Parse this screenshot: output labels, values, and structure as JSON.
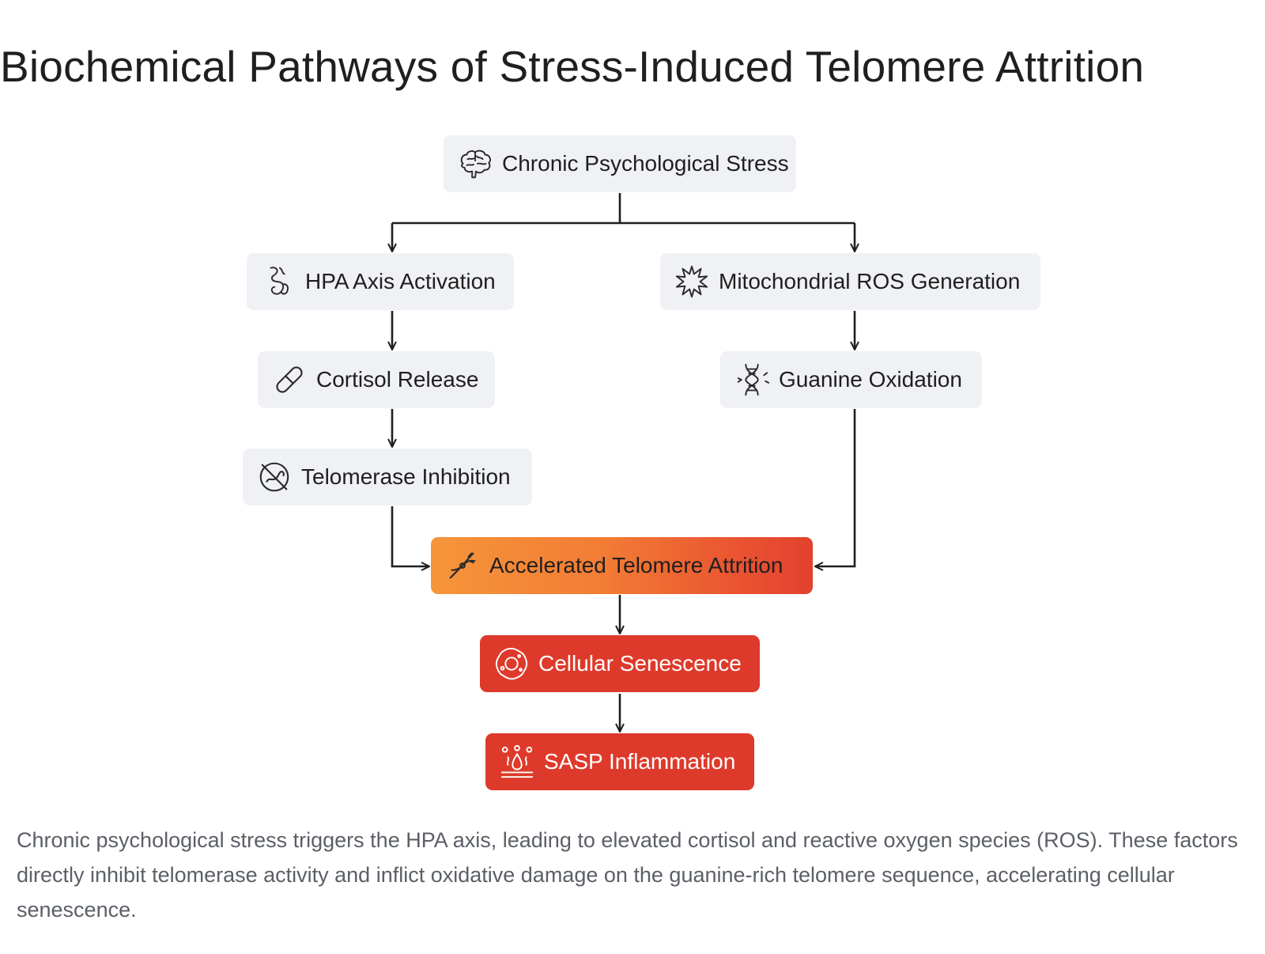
{
  "title": "Biochemical Pathways of Stress-Induced Telomere Attrition",
  "nodes": {
    "stress": "Chronic Psychological Stress",
    "hpa": "HPA Axis Activation",
    "ros": "Mitochondrial ROS Generation",
    "cortisol": "Cortisol Release",
    "guanine": "Guanine Oxidation",
    "telomerase": "Telomerase Inhibition",
    "attrition": "Accelerated Telomere Attrition",
    "senescence": "Cellular Senescence",
    "sasp": "SASP Inflammation"
  },
  "icons": {
    "stress": "brain-icon",
    "hpa": "gland-icon",
    "ros": "burst-icon",
    "cortisol": "pill-icon",
    "guanine": "dna-icon",
    "telomerase": "blocked-enzyme-icon",
    "attrition": "chromosome-icon",
    "senescence": "cell-icon",
    "sasp": "inflammation-icon"
  },
  "colors": {
    "neutral_node": "#eff1f4",
    "attrition_start": "#f6953a",
    "attrition_end": "#e2412e",
    "outcome_red": "#de3a2b",
    "connector": "#1f1f1f",
    "caption_text": "#5b5f66"
  },
  "caption": "Chronic psychological stress triggers the HPA axis, leading to elevated cortisol and reactive oxygen species (ROS). These factors directly inhibit telomerase activity and inflict oxidative damage on the guanine-rich telomere sequence, accelerating cellular senescence."
}
